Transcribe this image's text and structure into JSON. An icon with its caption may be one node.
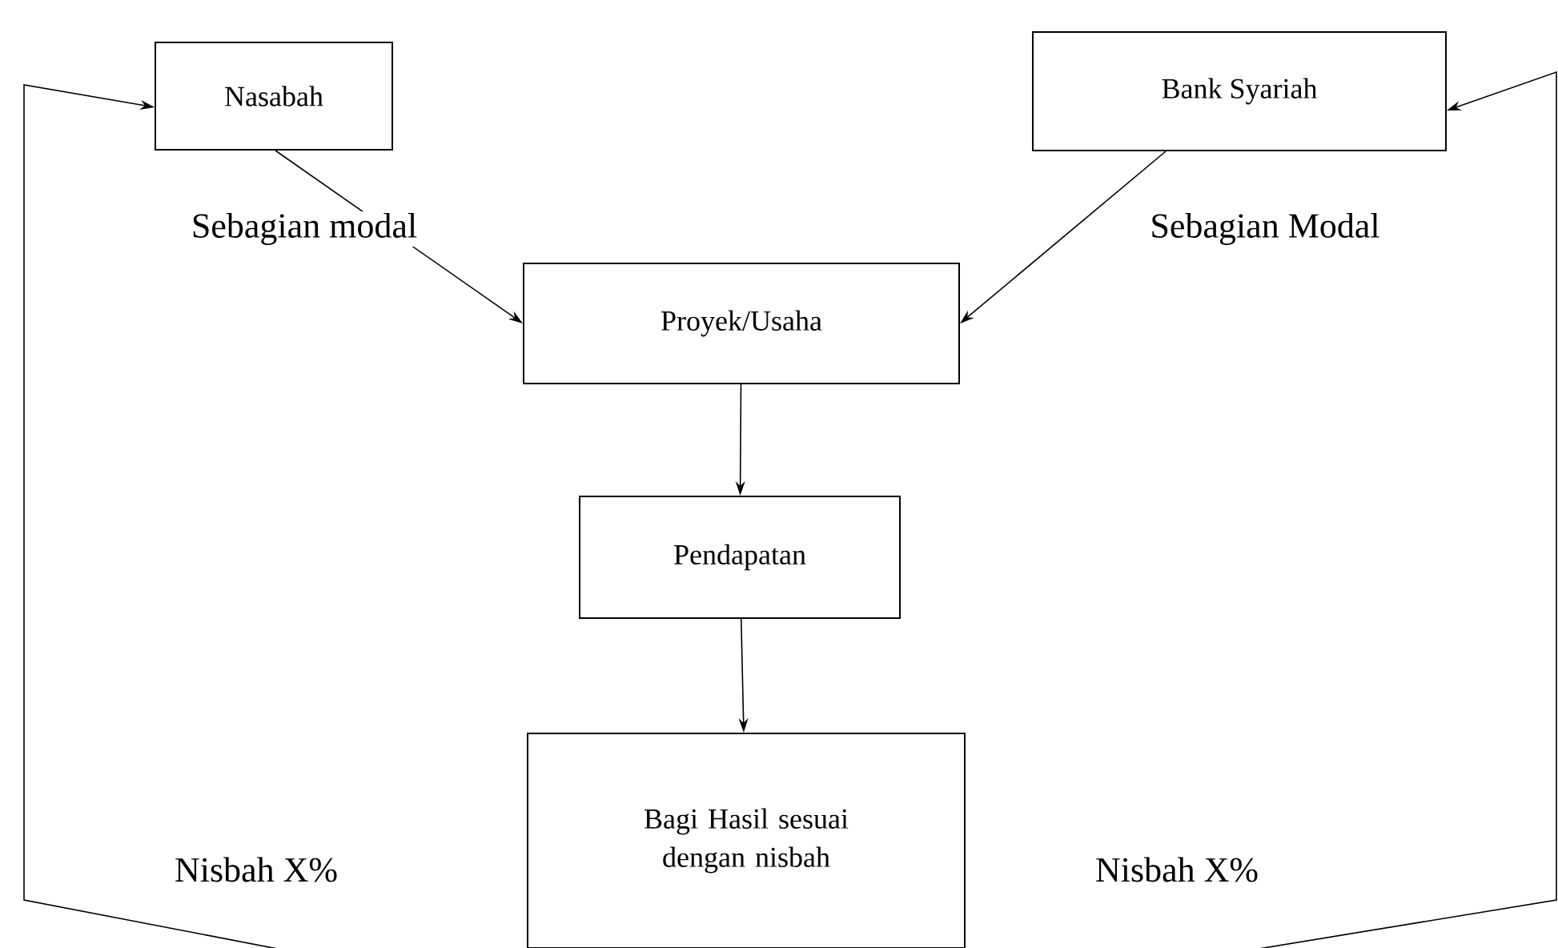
{
  "diagram": {
    "nodes": [
      {
        "text": [
          "Nasabah"
        ]
      },
      {
        "text": [
          "Bank Syariah"
        ]
      },
      {
        "text": [
          "Proyek/Usaha"
        ]
      },
      {
        "text": [
          "Pendapatan"
        ]
      },
      {
        "text": [
          "Bagi Hasil sesuai dengan nisbah"
        ]
      }
    ],
    "edges": [
      {
        "from": 0,
        "to": 2,
        "arrow": "to",
        "label": "Sebagian modal"
      },
      {
        "from": 1,
        "to": 2,
        "arrow": "to",
        "label": "Sebagian Modal"
      },
      {
        "from": 2,
        "to": 3,
        "arrow": "to"
      },
      {
        "from": 3,
        "to": 4,
        "arrow": "to"
      },
      {
        "from": 4,
        "to": 0,
        "arrow": "to",
        "label": "Nisbah X%"
      },
      {
        "from": 4,
        "to": 1,
        "arrow": "to",
        "label": "Nisbah X%"
      }
    ]
  }
}
